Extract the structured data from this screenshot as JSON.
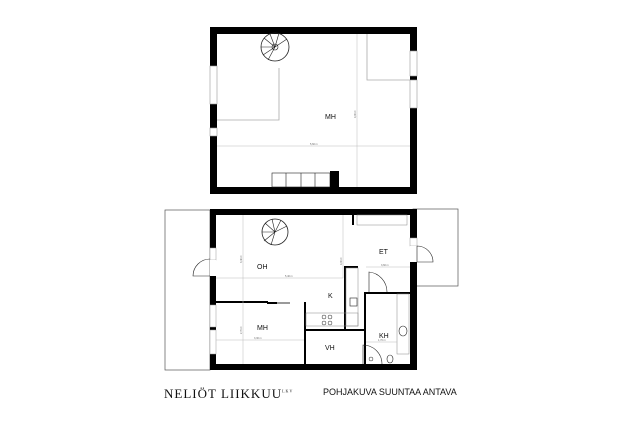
{
  "upper_floor": {
    "rooms": [
      "MH"
    ],
    "dimensions": [
      "5,60 m",
      "4,30 m"
    ]
  },
  "lower_floor": {
    "rooms": [
      "OH",
      "ET",
      "K",
      "MH",
      "VH",
      "KH"
    ],
    "dimensions": [
      "5,40 m",
      "3,40 m",
      "4,30 m",
      "3,60 m",
      "3,30 m",
      "2,70 m",
      "1,70 m"
    ]
  },
  "brand": {
    "name": "NELIÖT LIIKKUU",
    "mark": "LKV"
  },
  "note": "POHJAKUVA SUUNTAA ANTAVA",
  "colors": {
    "wall": "#000000",
    "line": "#bbbbbb"
  }
}
